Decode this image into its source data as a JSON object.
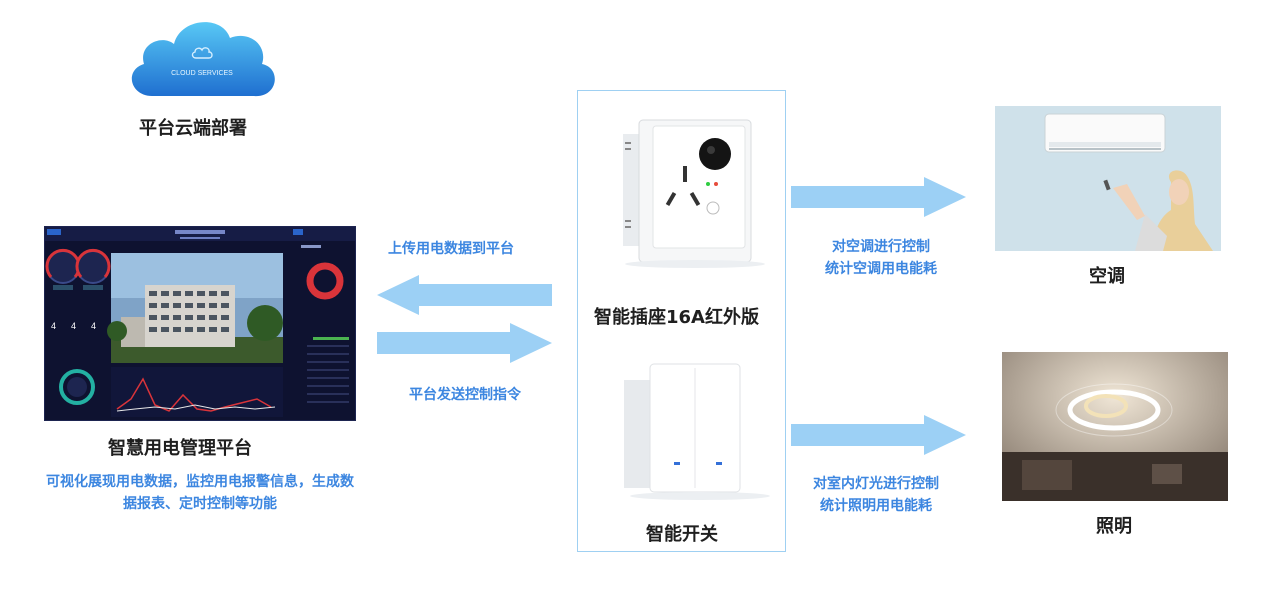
{
  "cloud": {
    "logo_text": "CLOUD SERVICES",
    "caption": "平台云端部署"
  },
  "platform": {
    "caption": "智慧用电管理平台",
    "desc_line1": "可视化展现用电数据，监控用电报警信息，生成数",
    "desc_line2": "据报表、定时控制等功能"
  },
  "arrows": {
    "upload_label": "上传用电数据到平台",
    "command_label": "平台发送控制指令",
    "ac_label_line1": "对空调进行控制",
    "ac_label_line2": "统计空调用电能耗",
    "light_label_line1": "对室内灯光进行控制",
    "light_label_line2": "统计照明用电能耗"
  },
  "devices": {
    "socket_caption": "智能插座16A红外版",
    "switch_caption": "智能开关"
  },
  "targets": {
    "ac_caption": "空调",
    "light_caption": "照明"
  },
  "colors": {
    "arrow": "#9cd0f5",
    "accent_text": "#3c86e0",
    "panel_border": "#9fd0f2"
  }
}
